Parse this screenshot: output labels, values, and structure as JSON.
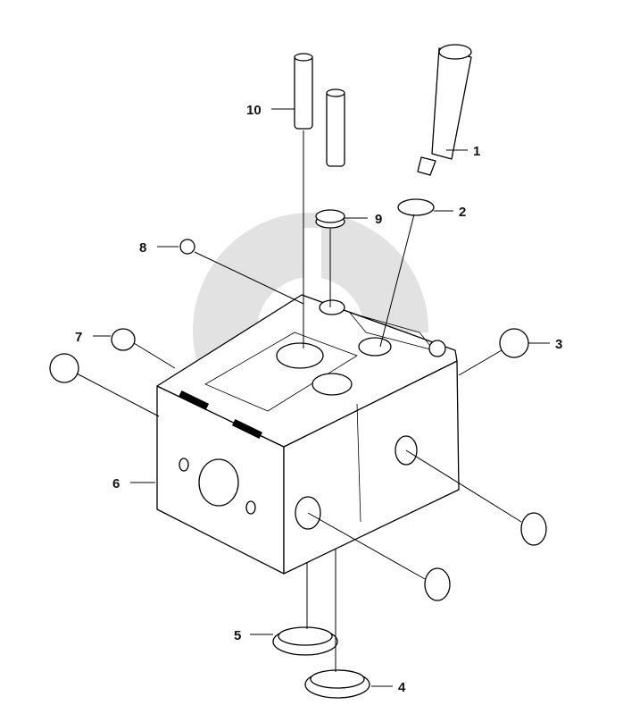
{
  "watermark": {
    "text": "data-parts",
    "color": "#d9d9d9"
  },
  "callouts": [
    "1",
    "2",
    "3",
    "4",
    "5",
    "6",
    "7",
    "8",
    "9",
    "10"
  ],
  "colors": {
    "line": "#000000",
    "background": "#ffffff",
    "watermark": "#d9d9d9"
  }
}
